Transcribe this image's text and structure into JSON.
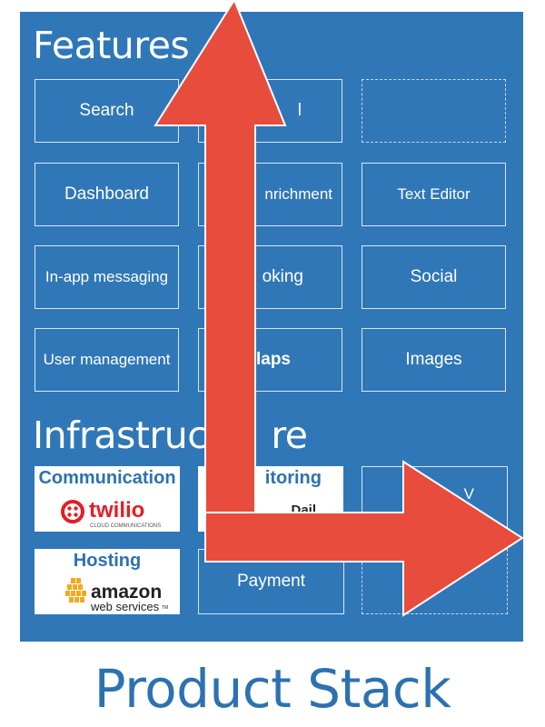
{
  "sections": {
    "features": {
      "heading": "Features",
      "tiles": [
        "Search",
        "l",
        "",
        "Dashboard",
        "nrichment",
        "Text Editor",
        "In-app messaging",
        "oking",
        "Social",
        "User management",
        "laps",
        "Images"
      ]
    },
    "infrastructure": {
      "heading": "Infrastruc",
      "heading_tail": "re",
      "communication": {
        "title": "Communication",
        "brand": "twilio",
        "brand_sub": "CLOUD COMMUNICATIONS"
      },
      "monitoring": {
        "title": "itoring",
        "brand_fragment": "Dail"
      },
      "tile_right_top_fragment": "V",
      "hosting": {
        "title": "Hosting",
        "brand_line1": "amazon",
        "brand_line2": "web services",
        "brand_tm": "TM"
      },
      "payment": "Payment"
    }
  },
  "footer": {
    "title": "Product Stack"
  },
  "colors": {
    "panel": "#3077b8",
    "arrow": "#e74c3c",
    "title": "#2c72b0",
    "twilio_red": "#e31e26",
    "aws_orange": "#f7a81b"
  },
  "icons": [
    "up-arrow-icon",
    "right-arrow-icon",
    "twilio-logo-icon",
    "aws-logo-icon"
  ]
}
